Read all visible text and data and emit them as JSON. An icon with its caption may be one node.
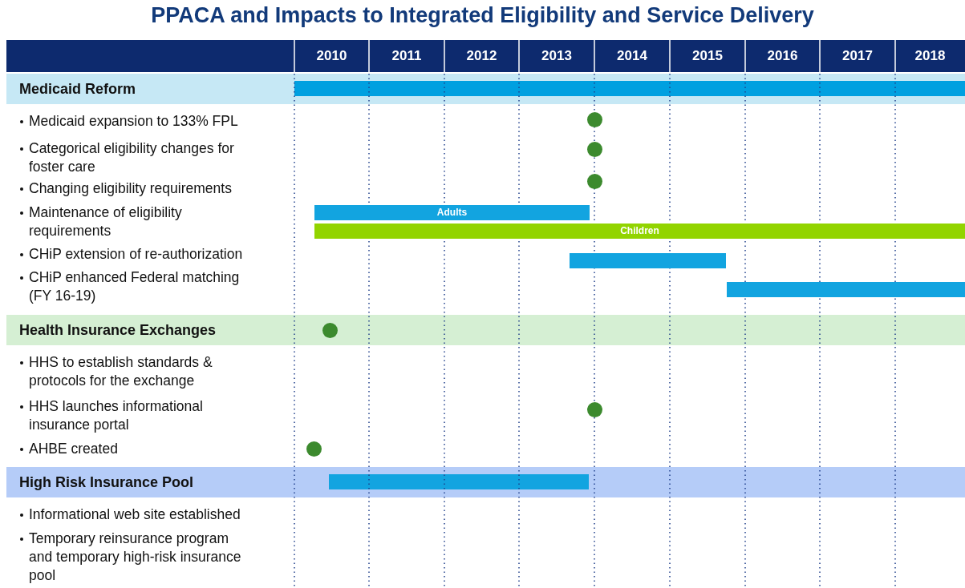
{
  "diagram": {
    "title": "PPACA and Impacts to Integrated Eligibility  and Service Delivery",
    "nodes": [
      {
        "text": [
          "Medicaid Reform"
        ]
      },
      {
        "text": [],
        "shape": "bar",
        "in": 0
      },
      {
        "text": [],
        "shape": "circle"
      },
      {
        "text": [],
        "shape": "circle"
      },
      {
        "text": [],
        "shape": "circle"
      },
      {
        "text": [
          "Adults"
        ]
      },
      {
        "text": [
          "Children"
        ]
      },
      {
        "text": [],
        "shape": "bar"
      },
      {
        "text": [],
        "shape": "bar"
      },
      {
        "text": [
          "Health Insurance Exchanges"
        ]
      },
      {
        "text": [],
        "shape": "circle",
        "in": 9
      },
      {
        "text": [],
        "shape": "circle"
      },
      {
        "text": [],
        "shape": "circle"
      },
      {
        "text": [
          "High Risk Insurance Pool"
        ]
      },
      {
        "text": [],
        "shape": "bar",
        "in": 13
      }
    ],
    "labels": [
      "2010",
      "2011",
      "2012",
      "2013",
      "2014",
      "2015",
      "2016",
      "2017",
      "2018",
      "Medicaid expansion to 133% FPL",
      "Categorical eligibility changes for foster care",
      "Changing eligibility requirements",
      "Maintenance of eligibility requirements",
      "CHiP extension of re-authorization",
      "CHiP enhanced Federal matching (FY 16-19)",
      "HHS to establish standards & protocols for the exchange",
      "HHS launches informational insurance portal",
      "AHBE created",
      "Informational web site established",
      "Temporary reinsurance program and temporary high-risk insurance pool"
    ]
  }
}
